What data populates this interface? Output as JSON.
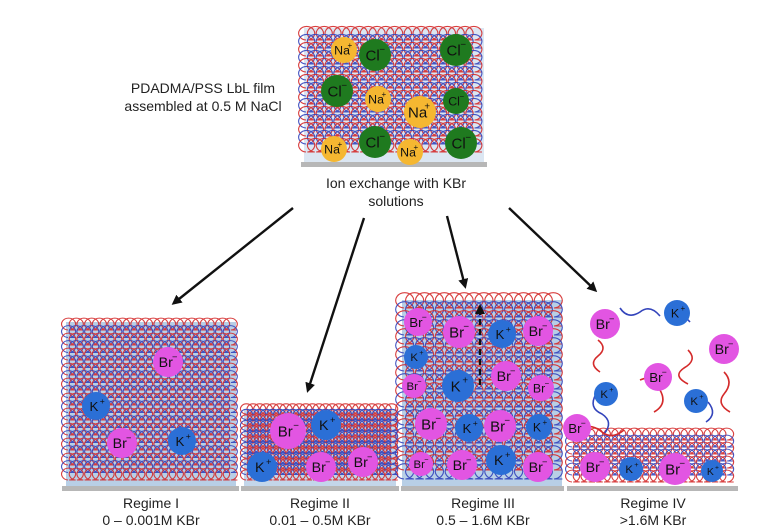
{
  "film": {
    "description_lines": [
      "PDADMA/PSS LbL film",
      "assembled at 0.5 M NaCl"
    ],
    "ions": [
      {
        "type": "Na",
        "label": "Na",
        "charge": "+"
      },
      {
        "type": "Cl",
        "label": "Cl",
        "charge": "−"
      },
      {
        "type": "Cl",
        "label": "Cl",
        "charge": "−"
      },
      {
        "type": "Cl",
        "label": "Cl",
        "charge": "−"
      },
      {
        "type": "Na",
        "label": "Na",
        "charge": "+"
      },
      {
        "type": "Na",
        "label": "Na",
        "charge": "+"
      },
      {
        "type": "Cl",
        "label": "Cl",
        "charge": "−"
      },
      {
        "type": "Na",
        "label": "Na",
        "charge": "+"
      },
      {
        "type": "Cl",
        "label": "Cl",
        "charge": "−"
      },
      {
        "type": "Na",
        "label": "Na",
        "charge": "+"
      },
      {
        "type": "Cl",
        "label": "Cl",
        "charge": "−"
      }
    ]
  },
  "exchange": {
    "lines": [
      "Ion exchange with KBr",
      "solutions"
    ]
  },
  "regimes": [
    {
      "name": "Regime I",
      "range": "0 – 0.001M KBr",
      "ions": [
        {
          "type": "Br",
          "label": "Br",
          "charge": "−"
        },
        {
          "type": "K",
          "label": "K",
          "charge": "+"
        },
        {
          "type": "Br",
          "label": "Br",
          "charge": "−"
        },
        {
          "type": "K",
          "label": "K",
          "charge": "+"
        }
      ]
    },
    {
      "name": "Regime II",
      "range": "0.01 – 0.5M KBr",
      "ions": [
        {
          "type": "Br",
          "label": "Br",
          "charge": "−"
        },
        {
          "type": "K",
          "label": "K",
          "charge": "+"
        },
        {
          "type": "K",
          "label": "K",
          "charge": "+"
        },
        {
          "type": "Br",
          "label": "Br",
          "charge": "−"
        },
        {
          "type": "Br",
          "label": "Br",
          "charge": "−"
        }
      ]
    },
    {
      "name": "Regime III",
      "range": "0.5 – 1.6M KBr",
      "ions": [
        {
          "type": "Br",
          "label": "Br",
          "charge": "−"
        },
        {
          "type": "Br",
          "label": "Br",
          "charge": "−"
        },
        {
          "type": "K",
          "label": "K",
          "charge": "+"
        },
        {
          "type": "Br",
          "label": "Br",
          "charge": "−"
        },
        {
          "type": "K",
          "label": "K",
          "charge": "+"
        },
        {
          "type": "Br",
          "label": "Br",
          "charge": "−"
        },
        {
          "type": "K",
          "label": "K",
          "charge": "+"
        },
        {
          "type": "Br",
          "label": "Br",
          "charge": "−"
        },
        {
          "type": "Br",
          "label": "Br",
          "charge": "−"
        },
        {
          "type": "Br",
          "label": "Br",
          "charge": "−"
        },
        {
          "type": "K",
          "label": "K",
          "charge": "+"
        },
        {
          "type": "Br",
          "label": "Br",
          "charge": "−"
        },
        {
          "type": "K",
          "label": "K",
          "charge": "+"
        },
        {
          "type": "Br",
          "label": "Br",
          "charge": "−"
        },
        {
          "type": "Br",
          "label": "Br",
          "charge": "−"
        },
        {
          "type": "K",
          "label": "K",
          "charge": "+"
        },
        {
          "type": "Br",
          "label": "Br",
          "charge": "−"
        },
        {
          "type": "K",
          "label": "K",
          "charge": "+"
        },
        {
          "type": "Br",
          "label": "Br",
          "charge": "−"
        }
      ]
    },
    {
      "name": "Regime IV",
      "range": ">1.6M KBr",
      "ions": [
        {
          "type": "Br",
          "label": "Br",
          "charge": "−"
        },
        {
          "type": "K",
          "label": "K",
          "charge": "+"
        },
        {
          "type": "Br",
          "label": "Br",
          "charge": "−"
        },
        {
          "type": "Br",
          "label": "Br",
          "charge": "−"
        },
        {
          "type": "K",
          "label": "K",
          "charge": "+"
        },
        {
          "type": "K",
          "label": "K",
          "charge": "+"
        },
        {
          "type": "Br",
          "label": "Br",
          "charge": "−"
        },
        {
          "type": "Br",
          "label": "Br",
          "charge": "−"
        },
        {
          "type": "K",
          "label": "K",
          "charge": "+"
        },
        {
          "type": "Br",
          "label": "Br",
          "charge": "−"
        },
        {
          "type": "K",
          "label": "K",
          "charge": "+"
        }
      ]
    }
  ],
  "colors": {
    "Na": "#f5b731",
    "Cl": "#1f7a1f",
    "Br": "#e255e2",
    "K": "#2b6fd6",
    "film_bg": "#b8cfe6",
    "polycation": "#d42a2a",
    "polyanion": "#3344bb",
    "substrate": "#b7b7b7",
    "arrow": "#111111"
  }
}
